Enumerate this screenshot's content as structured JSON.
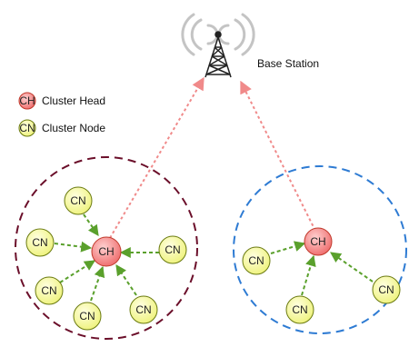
{
  "base_station": {
    "label": "Base Station",
    "icon": "cell-tower-icon"
  },
  "legend": [
    {
      "abbr": "CH",
      "label": "Cluster Head",
      "kind": "head"
    },
    {
      "abbr": "CN",
      "label": "Cluster Node",
      "kind": "node"
    }
  ],
  "clusters": [
    {
      "name": "cluster-left",
      "head_label": "CH",
      "node_labels": [
        "CN",
        "CN",
        "CN",
        "CN",
        "CN",
        "CN"
      ]
    },
    {
      "name": "cluster-right",
      "head_label": "CH",
      "node_labels": [
        "CN",
        "CN",
        "CN"
      ]
    }
  ],
  "colors": {
    "head_fill": "#f07c7c",
    "head_stroke": "#c0392b",
    "node_fill": "#f3f59a",
    "node_stroke": "#6a7a10",
    "left_cluster_border": "#6b0f2a",
    "right_cluster_border": "#2e7bd3",
    "uplink_arrow": "#f08a8a",
    "intra_arrow": "#5aa02c",
    "tower": "#222222",
    "signal_waves": "#bdbdbd"
  }
}
